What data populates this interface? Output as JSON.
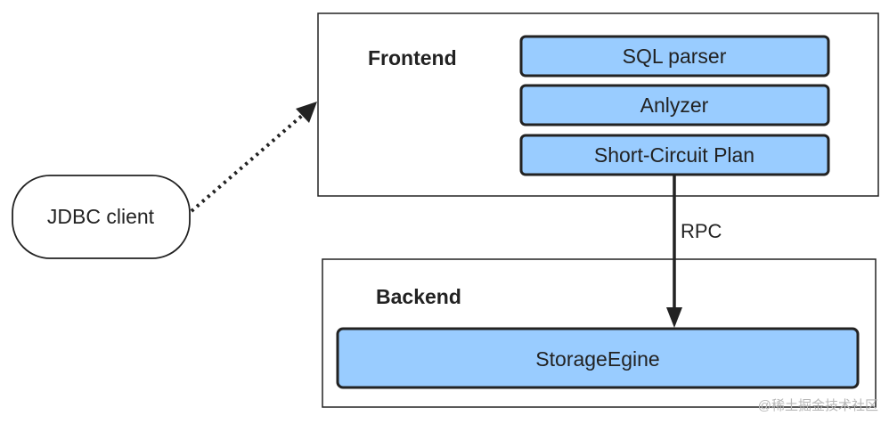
{
  "client": {
    "label": "JDBC client"
  },
  "frontend": {
    "title": "Frontend",
    "modules": [
      {
        "label": "SQL parser"
      },
      {
        "label": "Anlyzer"
      },
      {
        "label": "Short-Circuit Plan"
      }
    ]
  },
  "backend": {
    "title": "Backend",
    "storage_label": "StorageEgine"
  },
  "edges": {
    "rpc_label": "RPC"
  },
  "watermark": {
    "text": "@稀土掘金技术社区"
  },
  "colors": {
    "module_fill": "#99ccff",
    "stroke": "#222222",
    "background": "#ffffff"
  }
}
